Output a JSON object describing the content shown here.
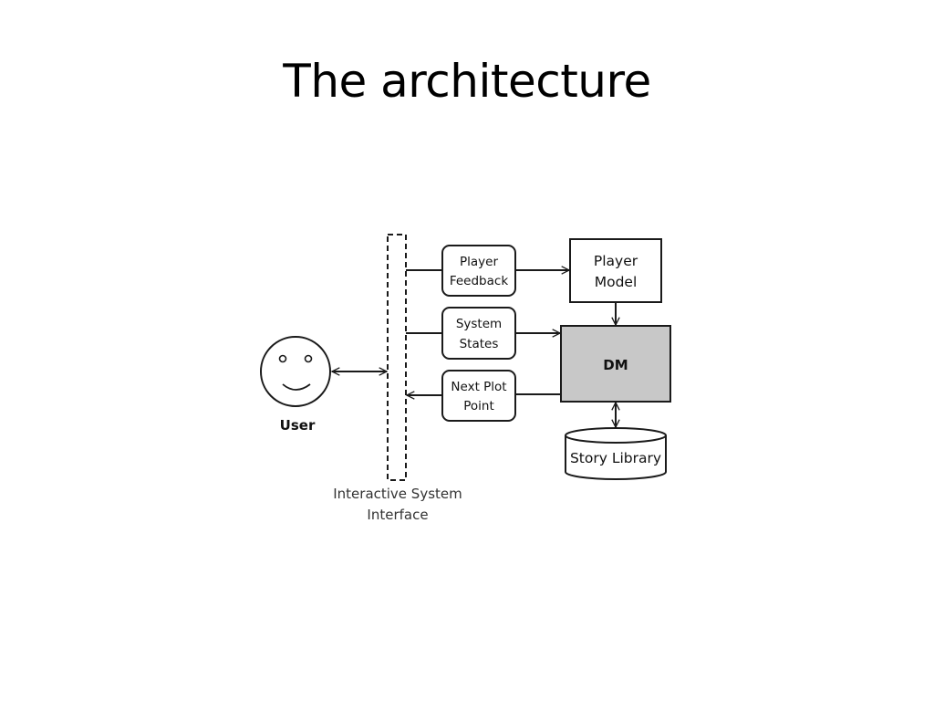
{
  "slide": {
    "title": "The architecture"
  },
  "diagram": {
    "user": {
      "label": "User"
    },
    "interface": {
      "label_line1": "Interactive System",
      "label_line2": "Interface"
    },
    "player_feedback": {
      "line1": "Player",
      "line2": "Feedback"
    },
    "system_states": {
      "line1": "System",
      "line2": "States"
    },
    "next_plot_point": {
      "line1": "Next Plot",
      "line2": "Point"
    },
    "player_model": {
      "line1": "Player",
      "line2": "Model"
    },
    "dm": {
      "label": "DM"
    },
    "story_library": {
      "label": "Story Library"
    },
    "colors": {
      "stroke": "#1a1a1a",
      "dm_fill": "#c8c8c8",
      "background": "#ffffff"
    },
    "edges": [
      {
        "from": "User",
        "to": "Interactive System Interface",
        "direction": "bidirectional"
      },
      {
        "from": "Interactive System Interface",
        "to": "Player Model",
        "via": "Player Feedback"
      },
      {
        "from": "Interactive System Interface",
        "to": "DM",
        "via": "System States"
      },
      {
        "from": "DM",
        "to": "Interactive System Interface",
        "via": "Next Plot Point"
      },
      {
        "from": "Player Model",
        "to": "DM"
      },
      {
        "from": "DM",
        "to": "Story Library",
        "direction": "bidirectional"
      }
    ]
  }
}
